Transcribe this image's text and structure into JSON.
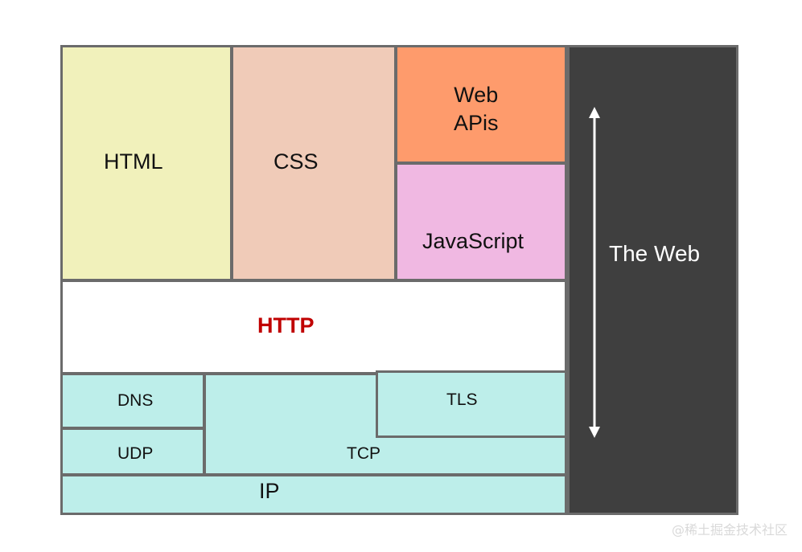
{
  "diagram": {
    "html": "HTML",
    "css": "CSS",
    "web_apis_line1": "Web",
    "web_apis_line2": "APis",
    "javascript": "JavaScript",
    "http": "HTTP",
    "dns": "DNS",
    "udp": "UDP",
    "tcp": "TCP",
    "tls": "TLS",
    "ip": "IP",
    "the_web": "The Web"
  },
  "watermark": "@稀土掘金技术社区",
  "colors": {
    "html": "#f1f1bb",
    "css": "#f0cbb8",
    "web_apis": "#fe9b6c",
    "javascript": "#f0b8e2",
    "http": "#ffffff",
    "http_text": "#c00000",
    "network": "#bdeeea",
    "web_panel": "#3f3f3f"
  }
}
